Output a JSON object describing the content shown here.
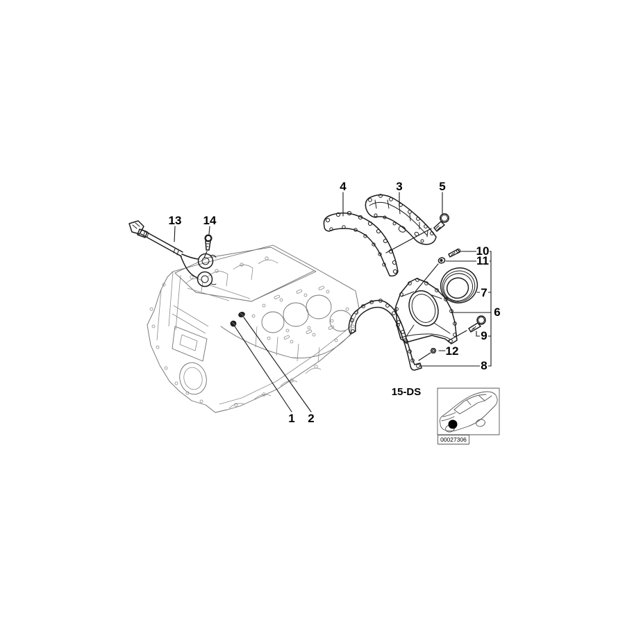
{
  "diagram": {
    "type": "exploded-parts-diagram",
    "section_label": "15-DS",
    "image_code": "00027306",
    "callouts": {
      "c1": "1",
      "c2": "2",
      "c3": "3",
      "c4": "4",
      "c5": "5",
      "c6": "6",
      "c7": "7",
      "c8": "8",
      "c9": "9",
      "c10": "10",
      "c11": "11",
      "c12": "12",
      "c13": "13",
      "c14": "14"
    },
    "colors": {
      "background": "#ffffff",
      "part_lines": "#1c1c1c",
      "block_lines": "#6e6e6e",
      "label_text": "#000000"
    }
  }
}
